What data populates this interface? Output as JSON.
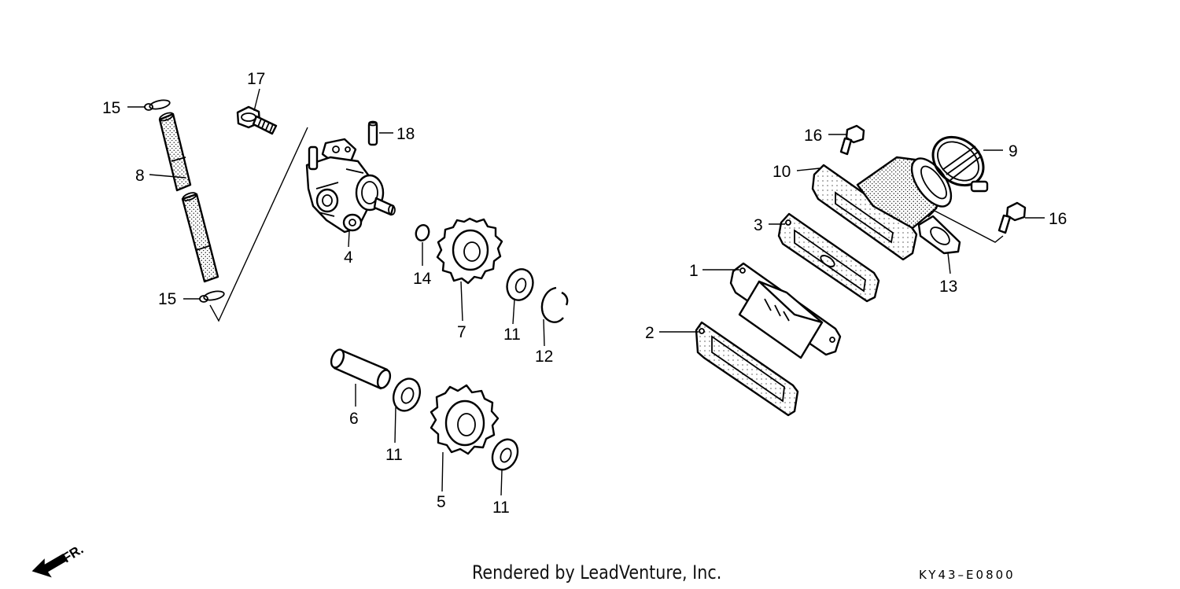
{
  "callouts": {
    "c1": "1",
    "c2": "2",
    "c3": "3",
    "c4": "4",
    "c5": "5",
    "c6": "6",
    "c7": "7",
    "c8": "8",
    "c9": "9",
    "c10": "10",
    "c11a": "11",
    "c11b": "11",
    "c11c": "11",
    "c12": "12",
    "c13": "13",
    "c14": "14",
    "c15a": "15",
    "c15b": "15",
    "c16a": "16",
    "c16b": "16",
    "c17": "17",
    "c18": "18"
  },
  "direction": "FR.",
  "footer": {
    "credit": "Rendered by LeadVenture, Inc.",
    "code": "KY43–E0800"
  }
}
